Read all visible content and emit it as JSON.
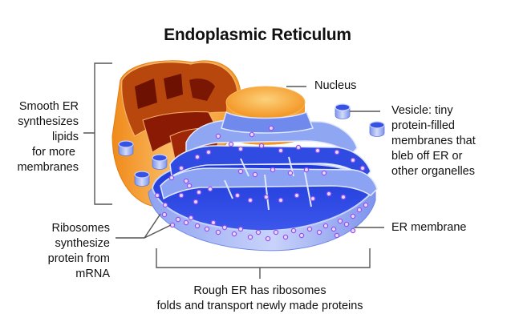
{
  "title": "Endoplasmic Reticulum",
  "labels": {
    "smooth_er": [
      "Smooth ER",
      "synthesizes",
      "lipids",
      "for more",
      "membranes"
    ],
    "nucleus": "Nucleus",
    "vesicle": [
      "Vesicle: tiny",
      "protein-filled",
      "membranes that",
      "bleb off ER or",
      "other organelles"
    ],
    "ribosomes": [
      "Ribosomes",
      "synthesize",
      "protein from",
      "mRNA"
    ],
    "er_membrane": "ER membrane",
    "rough_er": [
      "Rough ER has ribosomes",
      "folds and transport newly made proteins"
    ]
  },
  "colors": {
    "smooth_er_outer": "#f7a233",
    "smooth_er_dark": "#8b1a04",
    "smooth_er_mid": "#b8470e",
    "rough_er_blue": "#2a45e0",
    "rough_er_light": "#8fa6f2",
    "ribosome": "#a05cf0",
    "nucleus_top": "#f9a23a",
    "leader_line": "#555555"
  }
}
